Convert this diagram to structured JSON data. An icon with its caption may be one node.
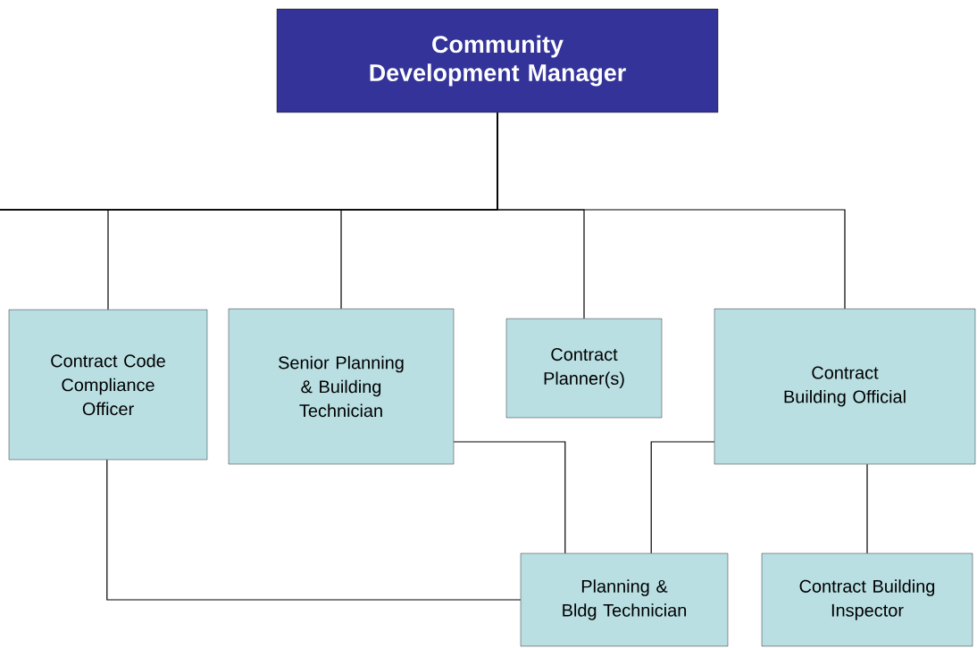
{
  "diagram": {
    "nodes": [
      {
        "text": [
          "Community Development Manager"
        ]
      },
      {
        "text": [
          "Contract Code Compliance Officer"
        ]
      },
      {
        "text": [
          "Senior Planning & Building Technician"
        ]
      },
      {
        "text": [
          "Contract Planner(s)"
        ]
      },
      {
        "text": [
          "Contract Building Official"
        ]
      },
      {
        "text": [
          "Planning & Bldg Technician"
        ]
      },
      {
        "text": [
          "Contract Building Inspector"
        ]
      }
    ],
    "edges": [
      {
        "from": 0,
        "to": 1,
        "arrow": "none"
      },
      {
        "from": 0,
        "to": 2,
        "arrow": "none"
      },
      {
        "from": 0,
        "to": 3,
        "arrow": "none"
      },
      {
        "from": 0,
        "to": 4,
        "arrow": "none"
      },
      {
        "from": 2,
        "to": 5,
        "arrow": "none"
      },
      {
        "from": 4,
        "to": 5,
        "arrow": "none"
      },
      {
        "from": 1,
        "to": 5,
        "arrow": "none"
      },
      {
        "from": 4,
        "to": 6,
        "arrow": "none"
      }
    ]
  }
}
